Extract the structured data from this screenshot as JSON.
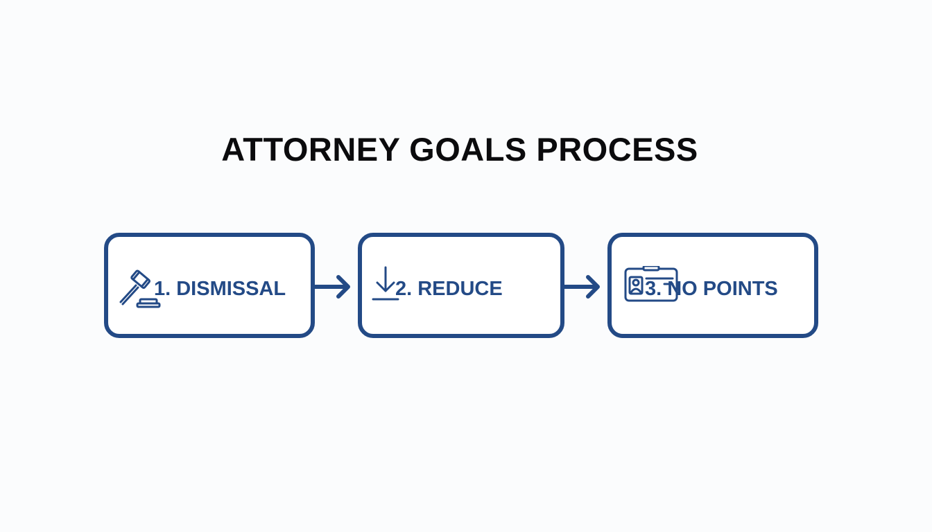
{
  "diagram": {
    "title": "ATTORNEY GOALS PROCESS",
    "steps": [
      {
        "label": "1. DISMISSAL",
        "icon": "gavel-icon"
      },
      {
        "label": "2. REDUCE",
        "icon": "arrow-down-icon"
      },
      {
        "label": "3. NO POINTS",
        "icon": "license-card-icon"
      }
    ],
    "colors": {
      "accent": "#234a86",
      "title": "#0b0b0d",
      "background": "#fbfcfd"
    }
  }
}
